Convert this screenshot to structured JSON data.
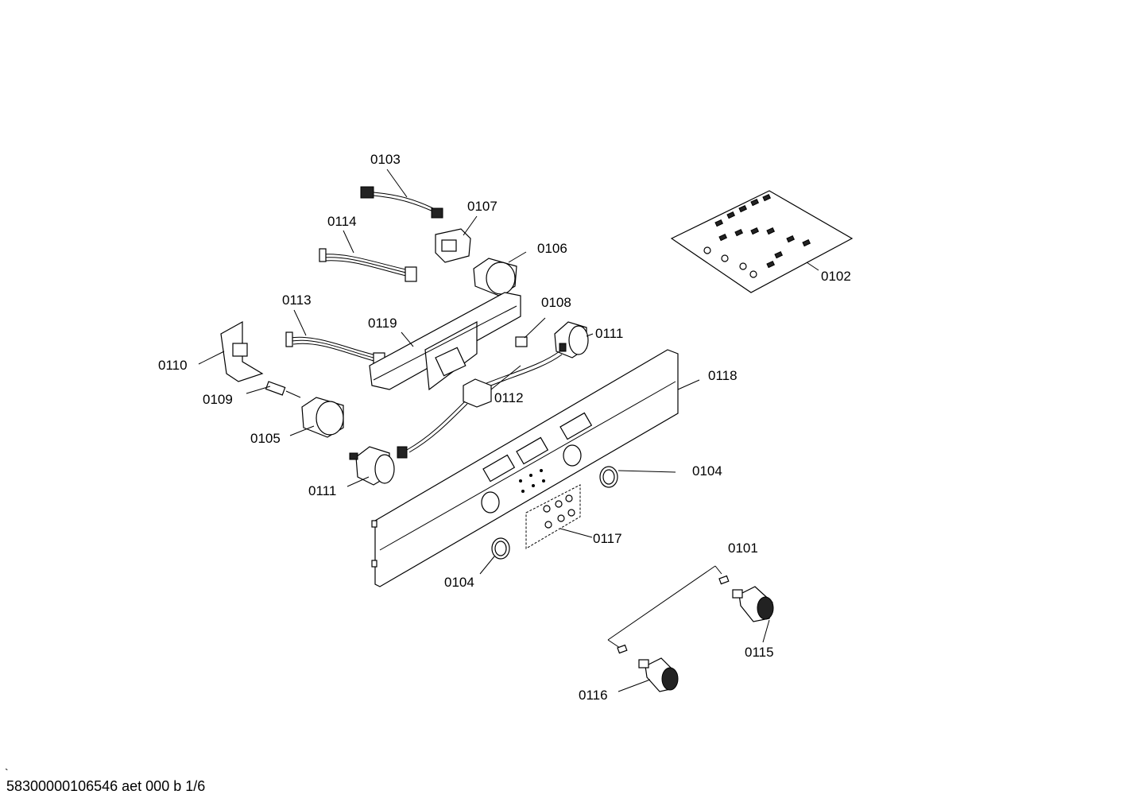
{
  "labels": {
    "p0103": "0103",
    "p0107": "0107",
    "p0114": "0114",
    "p0106": "0106",
    "p0102": "0102",
    "p0113": "0113",
    "p0108": "0108",
    "p0119": "0119",
    "p0111a": "0111",
    "p0110": "0110",
    "p0118": "0118",
    "p0112": "0112",
    "p0109": "0109",
    "p0105": "0105",
    "p0104a": "0104",
    "p0111b": "0111",
    "p0117": "0117",
    "p0101": "0101",
    "p0104b": "0104",
    "p0115": "0115",
    "p0116": "0116"
  },
  "footer": {
    "tick": "`",
    "code": "58300000106546 aet 000 b 1/6"
  }
}
